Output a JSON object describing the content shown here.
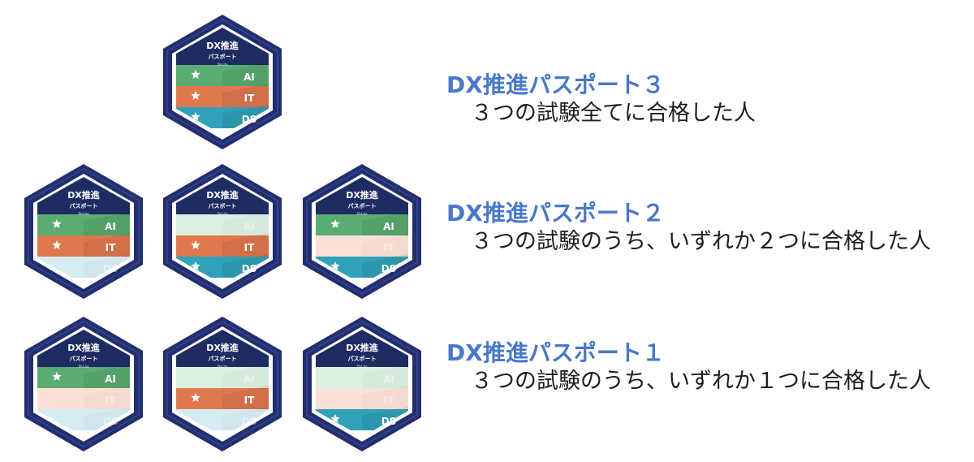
{
  "colors": {
    "ring": "#222e6e",
    "ring_highlight": "#33418a",
    "hex_bg": "#ffffff",
    "header": "#1f2c63",
    "title_color": "#4a78c8",
    "text_color": "#1e1e1e",
    "ai_on": "#5aad72",
    "ai_off": "#dcf0e2",
    "it_on": "#e0784e",
    "it_off": "#fbe0d6",
    "ds_on": "#2fa2ba",
    "ds_off": "#d5ecf3",
    "label_off_opacity": 0.45
  },
  "badge_text": {
    "line1": "DX推進",
    "line2": "パスポート",
    "line3": "DI-Lite",
    "ai": "AI",
    "it": "IT",
    "ds": "DS"
  },
  "badges": [
    {
      "name": "badge-passport3",
      "ai": true,
      "it": true,
      "ds": true
    },
    {
      "name": "badge-passport2-ai-it",
      "ai": true,
      "it": true,
      "ds": false
    },
    {
      "name": "badge-passport2-it-ds",
      "ai": false,
      "it": true,
      "ds": true
    },
    {
      "name": "badge-passport2-ai-ds",
      "ai": true,
      "it": false,
      "ds": true
    },
    {
      "name": "badge-passport1-ai",
      "ai": true,
      "it": false,
      "ds": false
    },
    {
      "name": "badge-passport1-it",
      "ai": false,
      "it": true,
      "ds": false
    },
    {
      "name": "badge-passport1-ds",
      "ai": false,
      "it": false,
      "ds": true
    }
  ],
  "rows": [
    {
      "title": "DX推進パスポート３",
      "desc": "３つの試験全てに合格した人"
    },
    {
      "title": "DX推進パスポート２",
      "desc": "３つの試験のうち、いずれか２つに合格した人"
    },
    {
      "title": "DX推進パスポート１",
      "desc": "３つの試験のうち、いずれか１つに合格した人"
    }
  ]
}
